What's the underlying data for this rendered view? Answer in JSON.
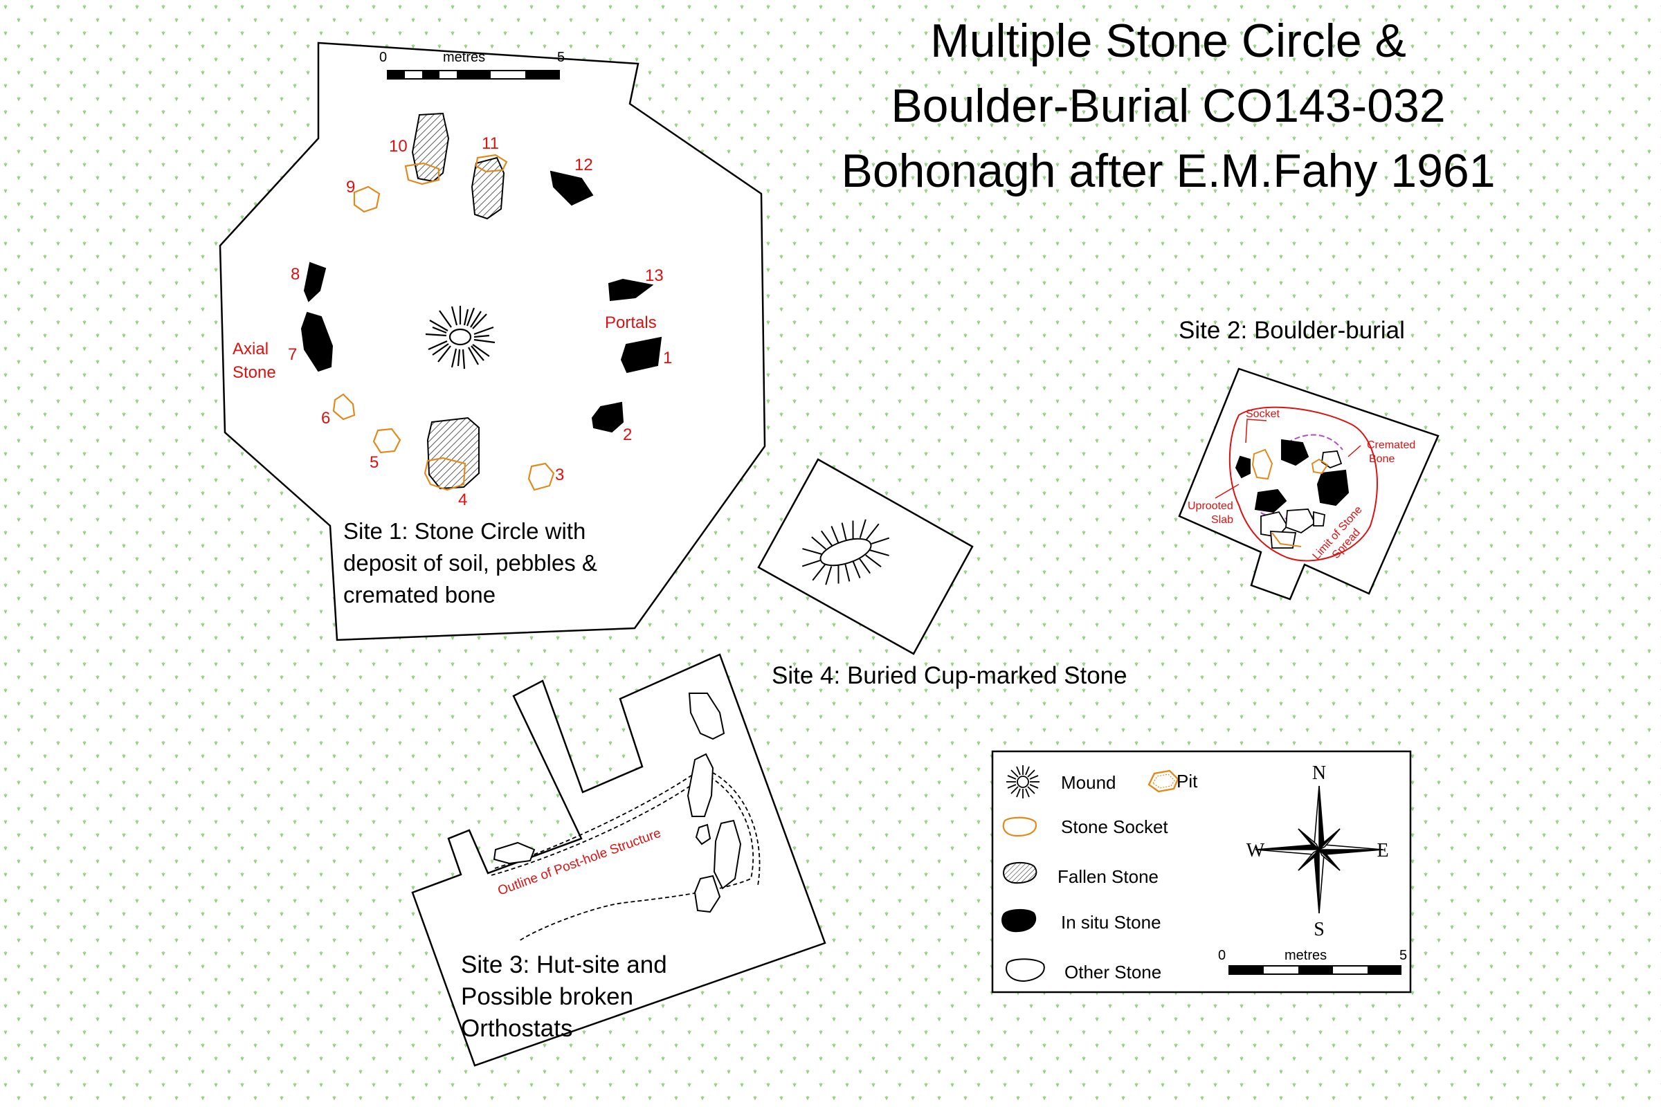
{
  "title": {
    "line1": "Multiple Stone Circle &",
    "line2": "Boulder-Burial CO143-032",
    "line3": "Bohonagh after E.M.Fahy 1961"
  },
  "site1": {
    "caption_line1": "Site 1: Stone Circle with",
    "caption_line2": "deposit of soil, pebbles &",
    "caption_line3": "cremated bone",
    "scale_zero": "0",
    "scale_unit": "metres",
    "scale_max": "5",
    "axial_line1": "Axial",
    "axial_line2": "Stone",
    "portals": "Portals",
    "stones": [
      "1",
      "2",
      "3",
      "4",
      "5",
      "6",
      "7",
      "8",
      "9",
      "10",
      "11",
      "12",
      "13"
    ]
  },
  "site2": {
    "caption": "Site 2: Boulder-burial",
    "socket": "Socket",
    "cremated_line1": "Cremated",
    "cremated_line2": "Bone",
    "uprooted_line1": "Uprooted",
    "uprooted_line2": "Slab",
    "limit_line1": "Limit of Stone",
    "limit_line2": "Spread"
  },
  "site3": {
    "caption_line1": "Site 3: Hut-site and",
    "caption_line2": "Possible broken",
    "caption_line3": "Orthostats",
    "outline_label": "Outline of Post-hole Structure"
  },
  "site4": {
    "caption": "Site 4: Buried Cup-marked Stone"
  },
  "legend": {
    "mound": "Mound",
    "pit": "Pit",
    "stone_socket": "Stone Socket",
    "fallen_stone": "Fallen Stone",
    "in_situ_stone": "In situ Stone",
    "other_stone": "Other Stone",
    "compass_n": "N",
    "compass_s": "S",
    "compass_e": "E",
    "compass_w": "W",
    "scale_zero": "0",
    "scale_unit": "metres",
    "scale_max": "5"
  },
  "colors": {
    "background": "#ffffff",
    "grass": "#8fd07a",
    "outline": "#000000",
    "label_red": "#dd1111",
    "socket_orange": "#e08a1c",
    "pit_purple": "#b04fc0"
  }
}
